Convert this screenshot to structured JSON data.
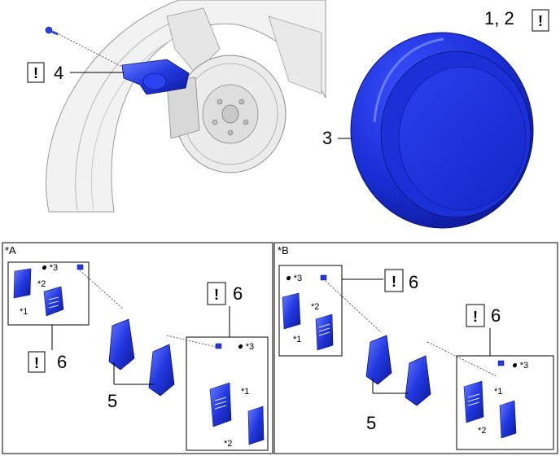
{
  "callouts": {
    "c1_2": "1, 2",
    "c3": "3",
    "c4": "4",
    "c5a": "5",
    "c5b": "5",
    "c6_a_left": "6",
    "c6_a_right": "6",
    "c6_b_left": "6",
    "c6_b_right": "6"
  },
  "caution_mark": "!",
  "panels": {
    "a": {
      "label": "*A",
      "dot_label": "● *3",
      "pad_labels": [
        "*1",
        "*2"
      ]
    },
    "b": {
      "label": "*B",
      "dot_label": "● *3",
      "pad_labels": [
        "*1",
        "*2"
      ]
    }
  },
  "icons": {
    "caution": "exclamation-box-icon",
    "part_color": "#1a2fc8"
  }
}
